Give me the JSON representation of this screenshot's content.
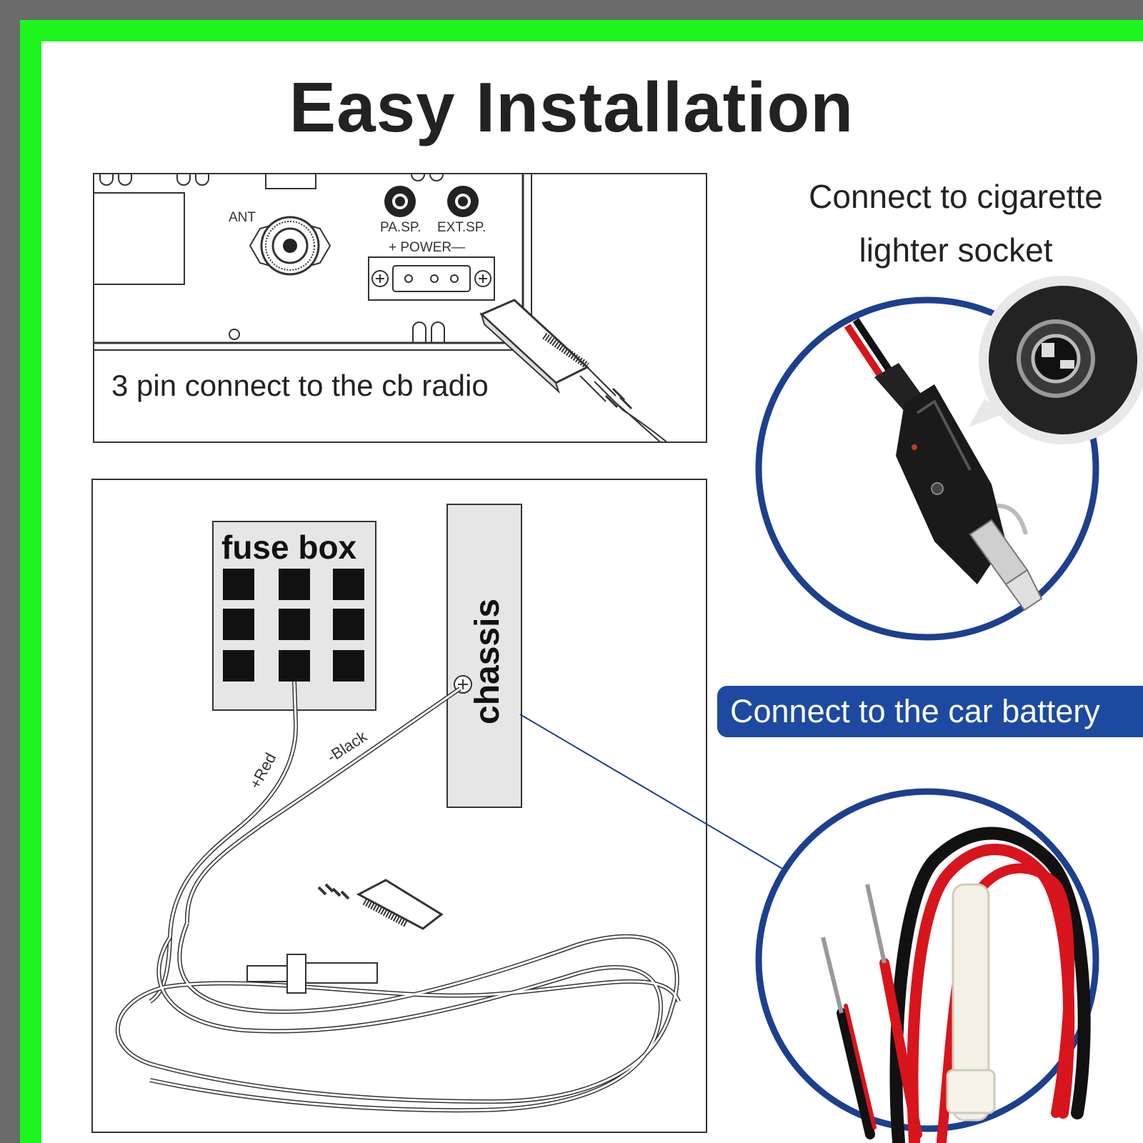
{
  "title": "Easy Installation",
  "top_panel": {
    "caption": "3 pin connect to the cb radio",
    "labels": {
      "ant": "ANT",
      "pa_sp": "PA.SP.",
      "ext_sp": "EXT.SP.",
      "power": "+ POWER—"
    }
  },
  "bottom_panel": {
    "fuse_box": "fuse box",
    "chassis": "chassis",
    "red_wire": "+Red",
    "black_wire": "-Black"
  },
  "right": {
    "cigarette_line1": "Connect to cigarette",
    "cigarette_line2": "lighter socket",
    "battery": "Connect to the car battery"
  },
  "colors": {
    "outer_frame": "#6b6b6b",
    "green_frame": "#1ef51e",
    "accent_blue": "#1d4aa0",
    "circle_blue": "#1d3f8f",
    "wire_red": "#d8141c",
    "wire_black": "#111111"
  }
}
